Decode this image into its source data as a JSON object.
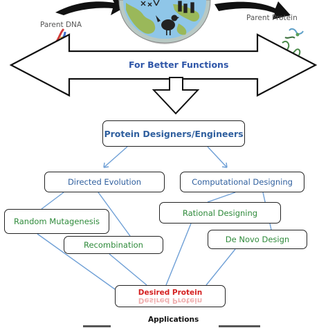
{
  "labels": {
    "parent_dna": "Parent DNA",
    "parent_protein": "Parent Protein",
    "better_functions": "For Better Functions",
    "designers": "Protein Designers/Engineers",
    "directed_evolution": "Directed Evolution",
    "computational_designing": "Computational Designing",
    "random_mutagenesis": "Random Mutagenesis",
    "rational_designing": "Rational Designing",
    "recombination": "Recombination",
    "de_novo_design": "De Novo Design",
    "desired_protein": "Desired Protein",
    "applications": "Applications"
  },
  "colors": {
    "blue_text": "#2f5f9e",
    "green_text": "#2e8a3a",
    "red_text": "#d42020",
    "connector": "#6e9fd6",
    "earth_ocean": "#8fc6e8",
    "earth_land": "#9ab85a"
  },
  "icons": [
    "earth-icon",
    "dna-icon",
    "protein-structure-icon",
    "chicken-icon"
  ]
}
